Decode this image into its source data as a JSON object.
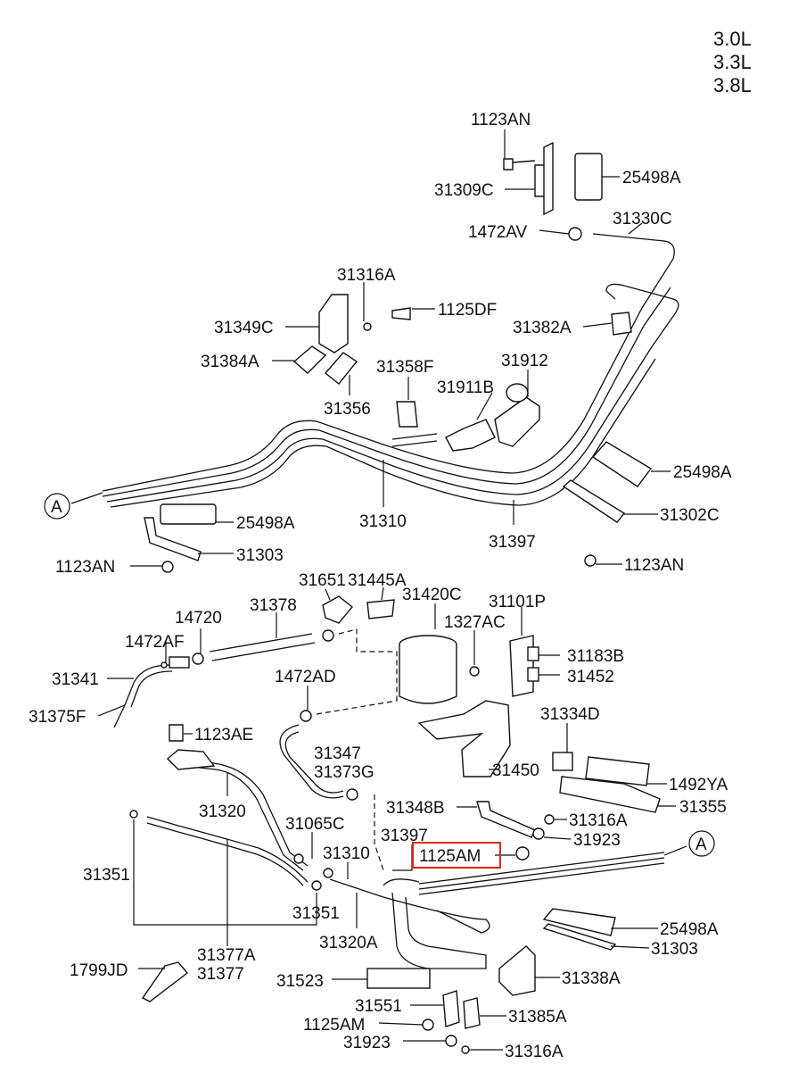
{
  "engines": [
    "3.0L",
    "3.3L",
    "3.8L"
  ],
  "marker": "A",
  "highlight": "1125AM",
  "labels": {
    "l1123AN_top": "1123AN",
    "l31309C": "31309C",
    "l25498A_1": "25498A",
    "l1472AV": "1472AV",
    "l31330C": "31330C",
    "l31316A_1": "31316A",
    "l1125DF": "1125DF",
    "l31349C": "31349C",
    "l31382A": "31382A",
    "l31384A": "31384A",
    "l31358F": "31358F",
    "l31912": "31912",
    "l31911B": "31911B",
    "l31356": "31356",
    "l25498A_2": "25498A",
    "l31310_1": "31310",
    "l31397_1": "31397",
    "l31302C": "31302C",
    "l25498A_3": "25498A",
    "l31303_1": "31303",
    "l1123AN_mid": "1123AN",
    "l1123AN_right": "1123AN",
    "l31651": "31651",
    "l31445A": "31445A",
    "l31420C": "31420C",
    "l31101P": "31101P",
    "l14720": "14720",
    "l31378": "31378",
    "l1327AC": "1327AC",
    "l1472AF": "1472AF",
    "l31183B": "31183B",
    "l31341": "31341",
    "l1472AD": "1472AD",
    "l31452": "31452",
    "l31375F": "31375F",
    "l31334D": "31334D",
    "l1123AE": "1123AE",
    "l31347": "31347",
    "l31373G": "31373G",
    "l31450": "31450",
    "l1492YA": "1492YA",
    "l31320": "31320",
    "l31348B": "31348B",
    "l31355": "31355",
    "l31065C": "31065C",
    "l31316A_2": "31316A",
    "l31397_2": "31397",
    "l31923_1": "31923",
    "l31310_2": "31310",
    "l1125AM_1": "1125AM",
    "l31351_1": "31351",
    "l31351_2": "31351",
    "l25498A_4": "25498A",
    "l31320A": "31320A",
    "l31303_2": "31303",
    "l31377A": "31377A",
    "l1799JD": "1799JD",
    "l31377": "31377",
    "l31338A": "31338A",
    "l31523": "31523",
    "l31551": "31551",
    "l31385A": "31385A",
    "l1125AM_2": "1125AM",
    "l31923_2": "31923",
    "l31316A_3": "31316A"
  }
}
